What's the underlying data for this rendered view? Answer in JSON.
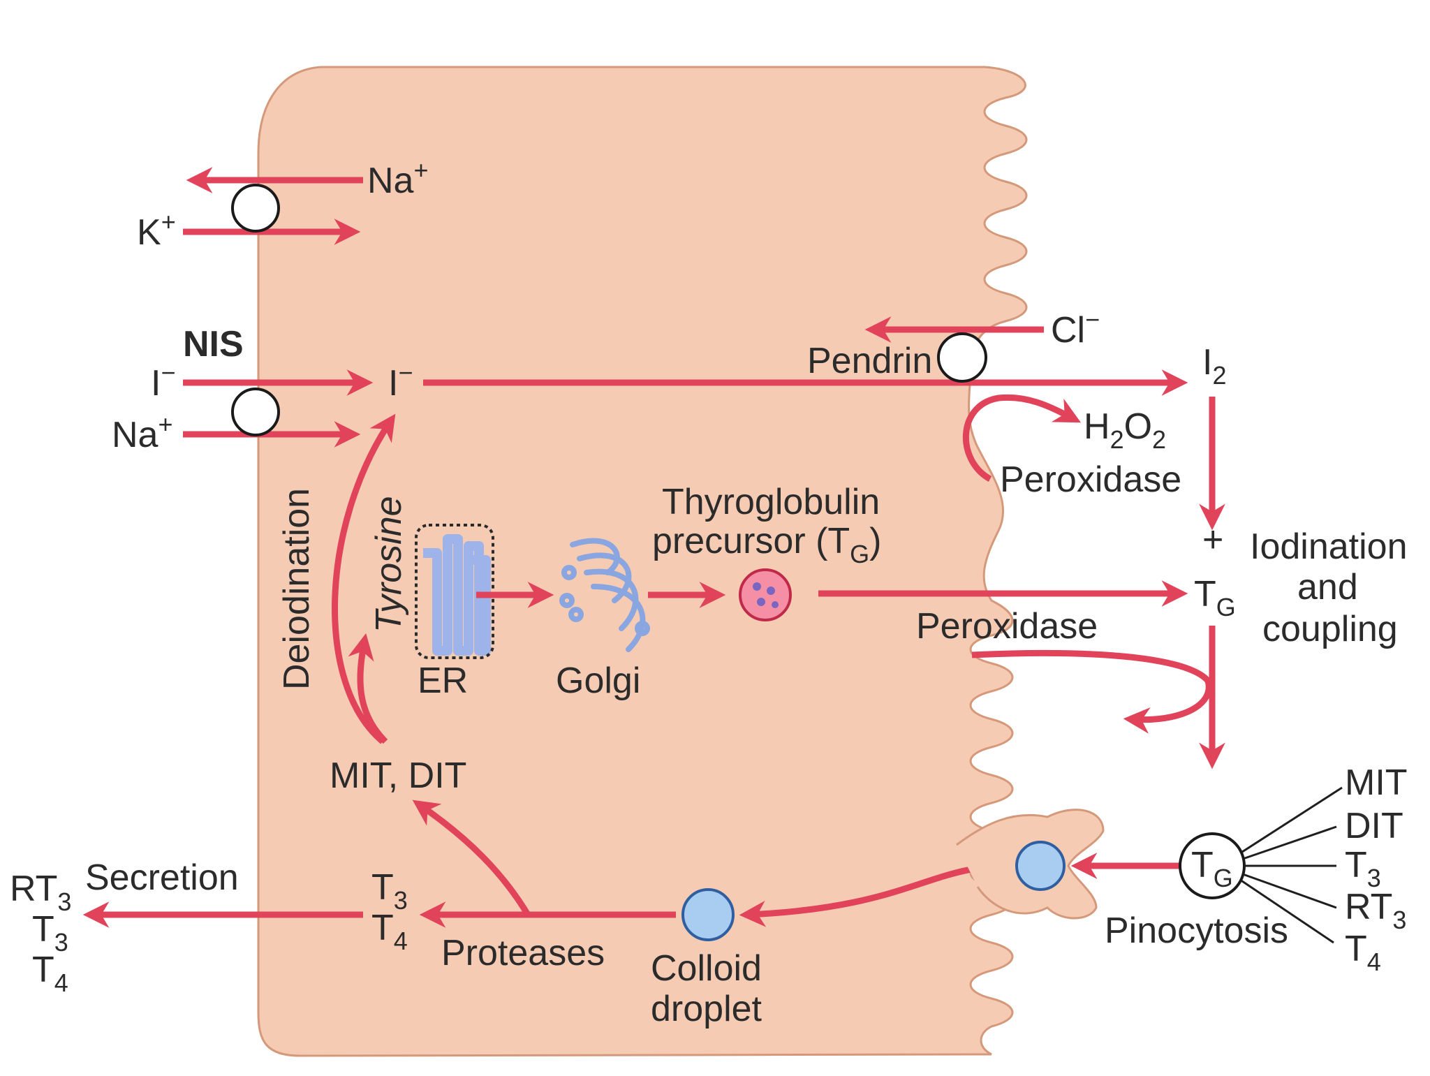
{
  "colors": {
    "cell_fill": "#f6cbb3",
    "cell_stroke": "#d4997a",
    "arrow": "#e0435a",
    "droplet_fill": "#a9cdf0",
    "droplet_stroke": "#2f5fa0",
    "organelle": "#9db3ea",
    "vesicle_fill": "#f58fa6"
  },
  "labels": {
    "na_top": "Na",
    "na_top_sup": "+",
    "k": "K",
    "k_sup": "+",
    "nis": "NIS",
    "iodide_left": "I",
    "iodide_left_sup": "−",
    "na_bottom": "Na",
    "na_bottom_sup": "+",
    "iodide_cell": "I",
    "iodide_cell_sup": "−",
    "chloride": "Cl",
    "chloride_sup": "−",
    "pendrin": "Pendrin",
    "iodine": "I",
    "iodine_sub": "2",
    "h": "H",
    "h_sub": "2",
    "o": "O",
    "o_sub": "2",
    "peroxidase_top": "Peroxidase",
    "plus": "+",
    "iodination_1": "Iodination",
    "iodination_2": "and",
    "iodination_3": "coupling",
    "tg_colloid": "T",
    "tg_colloid_sub": "G",
    "peroxidase_mid": "Peroxidase",
    "thyroglobulin_1": "Thyroglobulin",
    "thyroglobulin_2": "precursor (T",
    "thyroglobulin_sub": "G",
    "thyroglobulin_close": ")",
    "deiodination": "Deiodination",
    "tyrosine": "Tyrosine",
    "er": "ER",
    "golgi": "Golgi",
    "mit_dit": "MIT, DIT",
    "t3_cell": "T",
    "t3_cell_sub": "3",
    "t4_cell": "T",
    "t4_cell_sub": "4",
    "proteases": "Proteases",
    "colloid_droplet_1": "Colloid",
    "colloid_droplet_2": "droplet",
    "secretion": "Secretion",
    "rt3_out": "RT",
    "rt3_out_sub": "3",
    "t3_out": "T",
    "t3_out_sub": "3",
    "t4_out": "T",
    "t4_out_sub": "4",
    "tg_circle": "T",
    "tg_circle_sub": "G",
    "pinocytosis": "Pinocytosis",
    "mit_r": "MIT",
    "dit_r": "DIT",
    "t3_r": "T",
    "t3_r_sub": "3",
    "rt3_r": "RT",
    "rt3_r_sub": "3",
    "t4_r": "T",
    "t4_r_sub": "4"
  }
}
